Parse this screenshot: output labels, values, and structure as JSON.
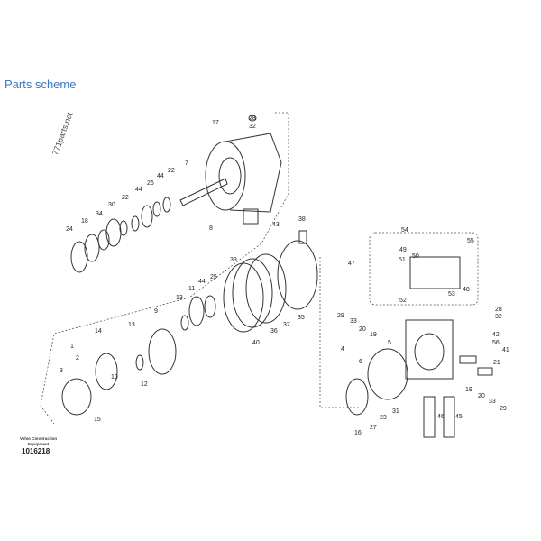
{
  "page": {
    "title": "Parts scheme"
  },
  "diagram": {
    "watermark": "771parts.net",
    "brand_line1": "Volvo Construction",
    "brand_line2": "Equipment",
    "document_number": "1016218",
    "callouts": [
      "28",
      "32",
      "17",
      "7",
      "22",
      "44",
      "26",
      "44",
      "22",
      "30",
      "34",
      "18",
      "24",
      "8",
      "43",
      "38",
      "39",
      "25",
      "44",
      "11",
      "13",
      "9",
      "13",
      "14",
      "1",
      "2",
      "3",
      "10",
      "12",
      "15",
      "40",
      "36",
      "37",
      "35",
      "54",
      "55",
      "49",
      "50",
      "51",
      "47",
      "48",
      "52",
      "53",
      "29",
      "33",
      "20",
      "19",
      "28",
      "32",
      "4",
      "5",
      "42",
      "56",
      "41",
      "6",
      "21",
      "19",
      "20",
      "33",
      "29",
      "31",
      "23",
      "27",
      "16",
      "46",
      "45"
    ]
  }
}
